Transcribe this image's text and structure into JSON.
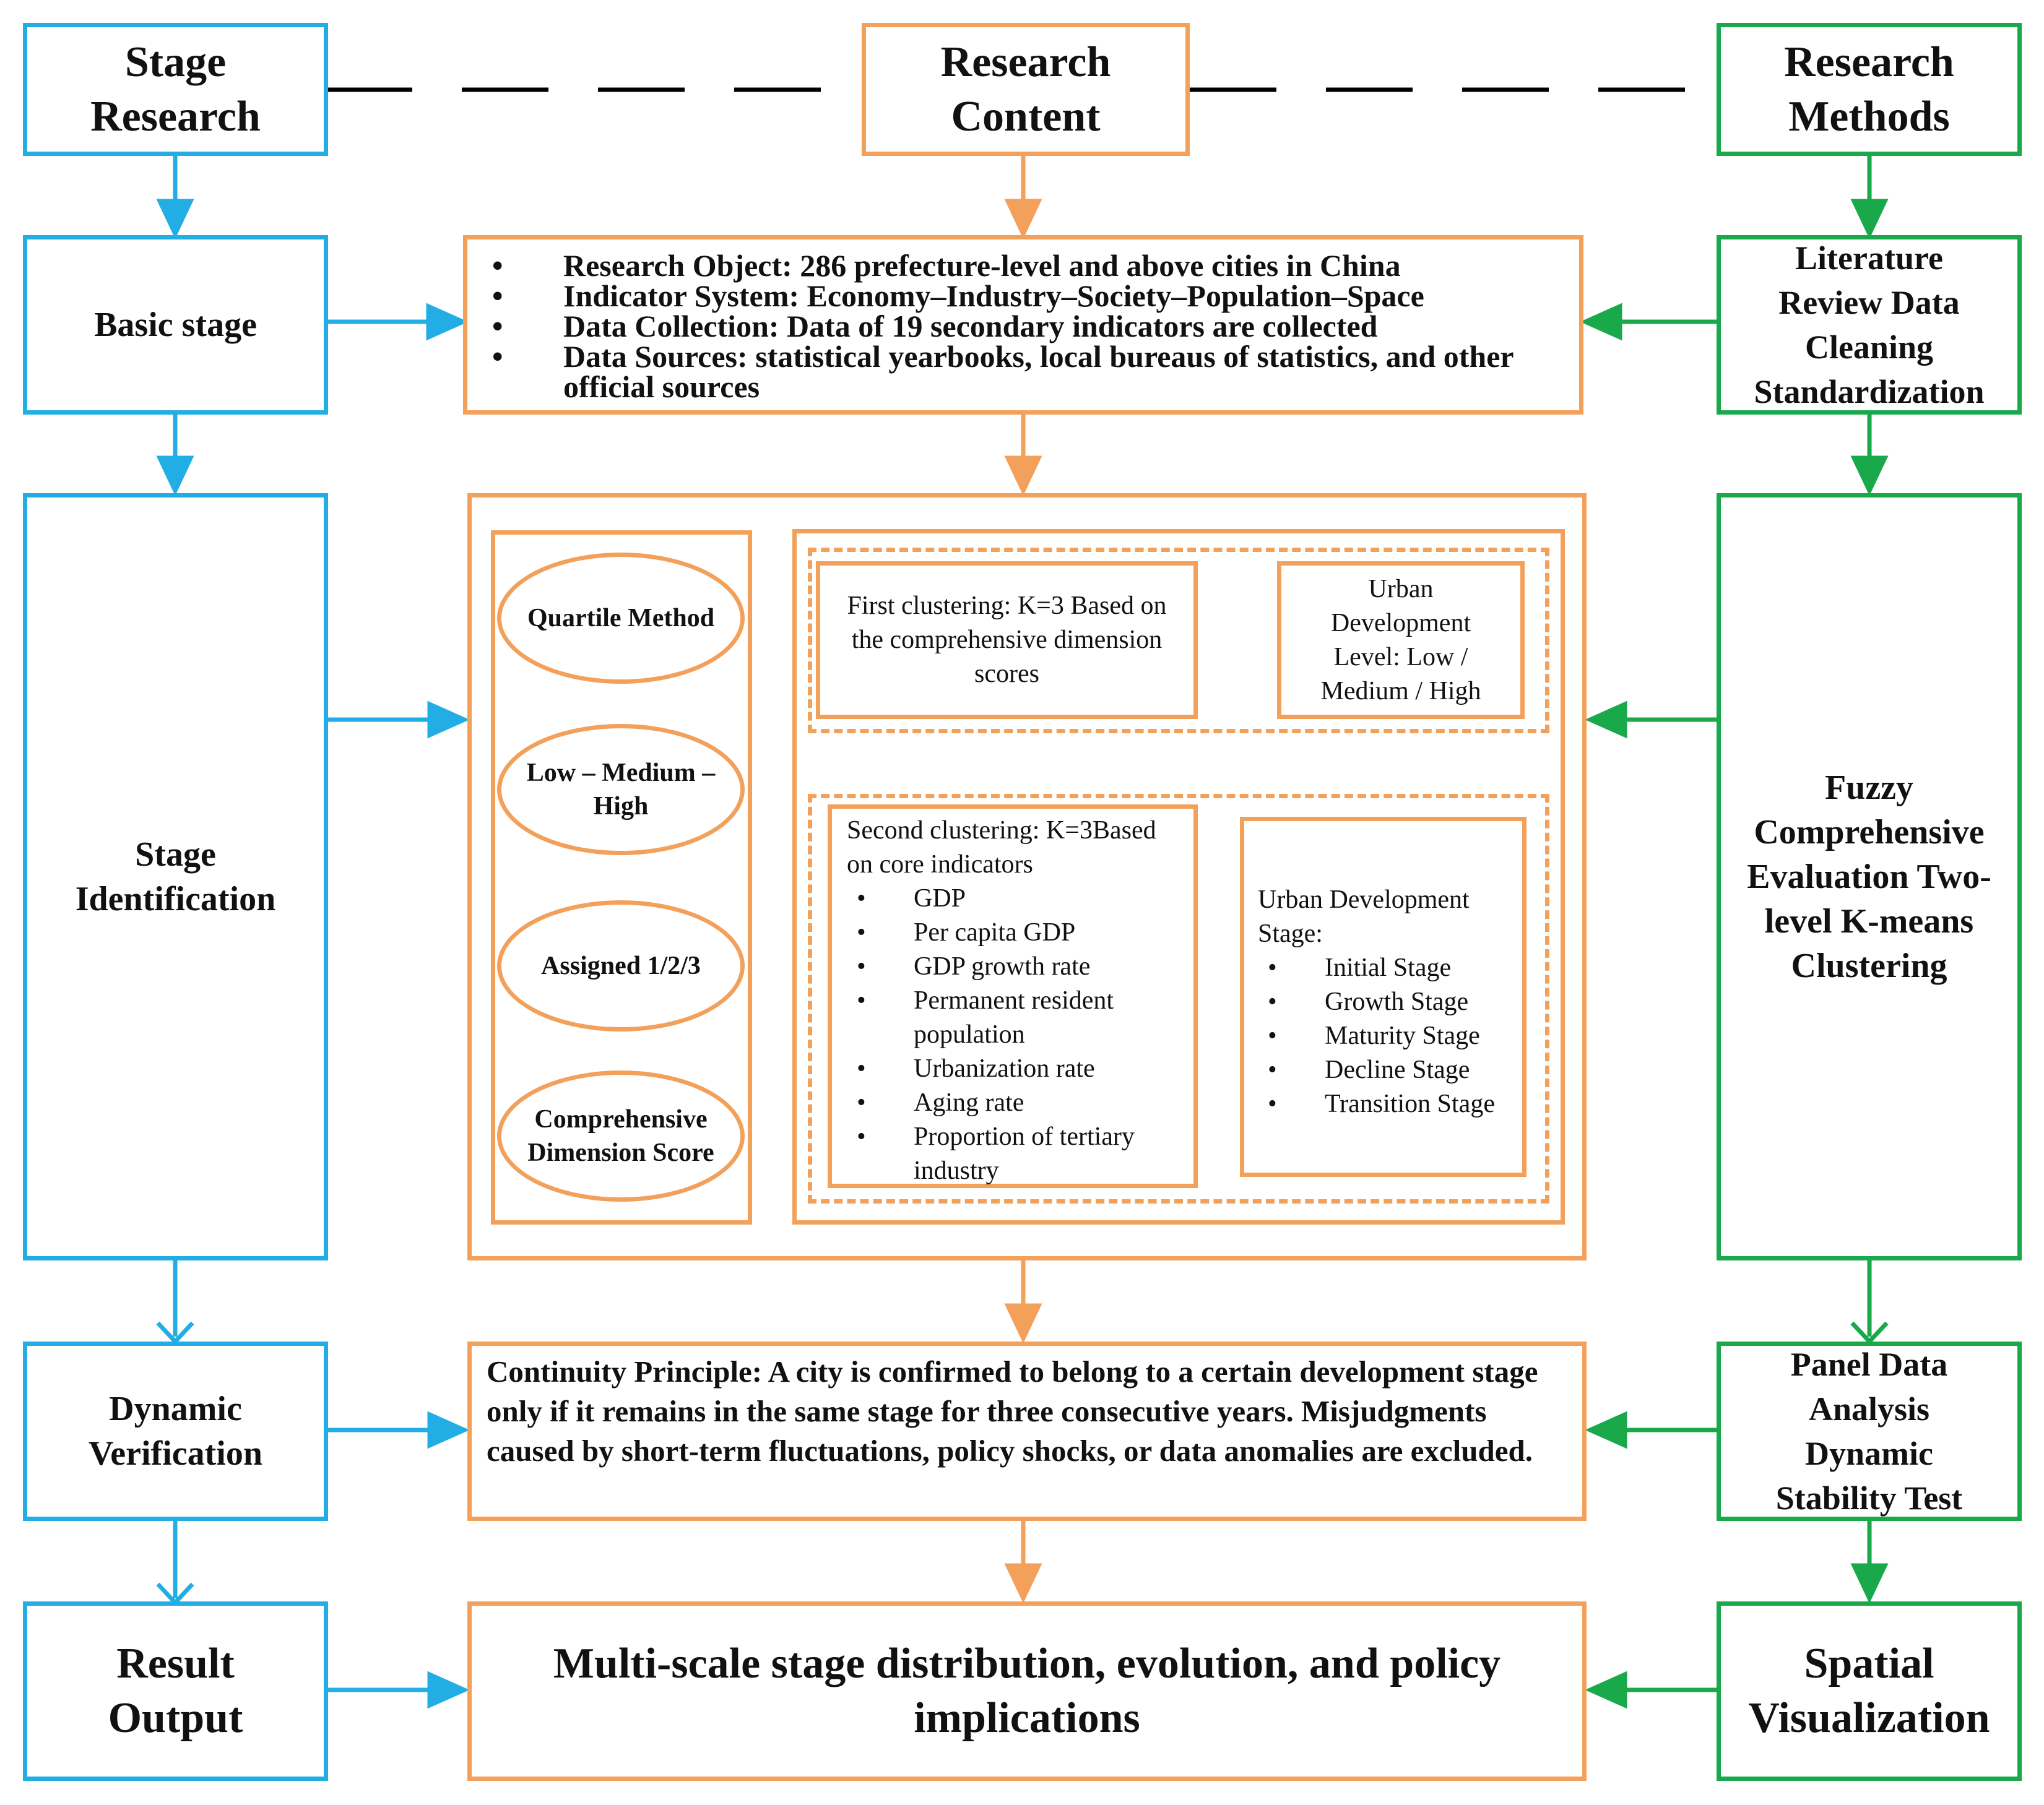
{
  "headers": {
    "stage": "Stage Research",
    "content": "Research Content",
    "methods": "Research Methods"
  },
  "stages": {
    "basic": "Basic stage",
    "identification": "Stage Identification",
    "verification": "Dynamic Verification",
    "output": "Result Output"
  },
  "methods": {
    "basic": "Literature Review Data Cleaning Standardization",
    "identification": "Fuzzy Comprehensive Evaluation Two-level K-means Clustering",
    "verification": "Panel Data Analysis Dynamic Stability Test",
    "output": "Spatial Visualization"
  },
  "basic_content": {
    "items": [
      "Research Object: 286 prefecture-level and above cities in China",
      "Indicator System: Economy–Industry–Society–Population–Space",
      "Data Collection: Data of 19 secondary indicators are collected",
      "Data Sources: statistical yearbooks, local bureaus of statistics, and other official sources"
    ]
  },
  "identification": {
    "ellipses": [
      "Quartile Method",
      "Low – Medium – High",
      "Assigned 1/2/3",
      "Comprehensive Dimension Score"
    ],
    "first_clustering": {
      "text": "First clustering: K=3 Based on the comprehensive dimension scores",
      "result": "Urban Development Level: Low / Medium / High"
    },
    "second_clustering": {
      "heading": "Second clustering: K=3Based on core indicators",
      "indicators": [
        "GDP",
        "Per capita GDP",
        "GDP growth rate",
        "Permanent resident population",
        "Urbanization rate",
        "Aging rate",
        "Proportion of tertiary industry"
      ],
      "result_heading": "Urban Development Stage:",
      "stages": [
        "Initial Stage",
        "Growth Stage",
        "Maturity Stage",
        "Decline Stage",
        "Transition Stage"
      ]
    }
  },
  "verification_content": "Continuity Principle: A city is confirmed to belong to a certain development stage only if it remains in the same stage for three consecutive years. Misjudgments caused by short-term fluctuations, policy shocks, or data anomalies are excluded.",
  "output_content": "Multi-scale stage distribution, evolution, and policy implications",
  "colors": {
    "stage_column": "#22aee5",
    "content_column": "#f2a05a",
    "methods_column": "#19a94b"
  }
}
